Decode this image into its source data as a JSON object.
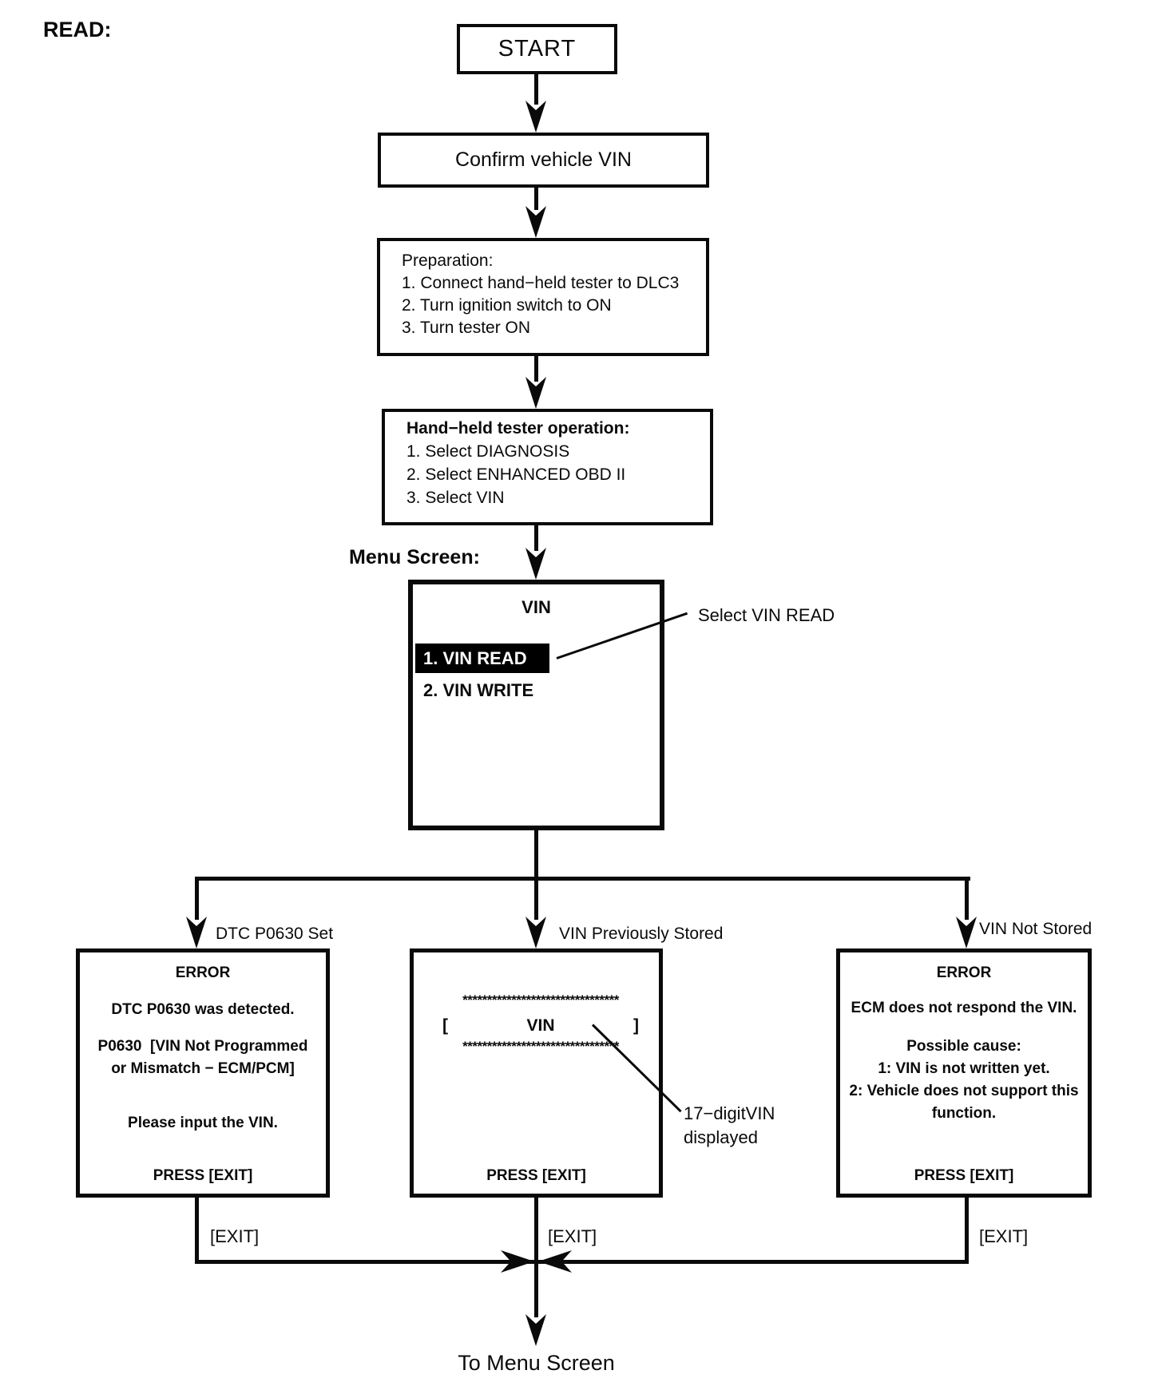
{
  "page": {
    "heading": "READ:",
    "menu_screen_label": "Menu Screen:",
    "footer_label": "To Menu Screen"
  },
  "flow": {
    "start": "START",
    "confirm": "Confirm vehicle VIN",
    "preparation": {
      "title": "Preparation:",
      "steps": [
        "1. Connect hand−held tester to DLC3",
        "2. Turn ignition switch to ON",
        "3. Turn tester ON"
      ]
    },
    "tester_operation": {
      "title": "Hand−held tester operation:",
      "steps": [
        "1. Select DIAGNOSIS",
        "2. Select ENHANCED OBD II",
        "3. Select VIN"
      ]
    },
    "menu": {
      "title": "VIN",
      "selected_item": "1. VIN READ",
      "item2": "2. VIN WRITE",
      "callout": "Select VIN READ"
    }
  },
  "branches": {
    "left": {
      "label": "DTC P0630 Set",
      "screen": {
        "title": "ERROR",
        "lines": [
          "DTC P0630 was detected.",
          "P0630  [VIN Not Programmed",
          "or Mismatch − ECM/PCM]",
          "Please input the VIN."
        ],
        "footer": "PRESS [EXIT]"
      },
      "exit_label": "[EXIT]"
    },
    "middle": {
      "label": "VIN Previously Stored",
      "screen": {
        "stars": "********************************",
        "bracket_open": "[",
        "vin": "VIN",
        "bracket_close": "]",
        "footer": "PRESS [EXIT]"
      },
      "callout": [
        "17−digitVIN",
        "displayed"
      ],
      "exit_label": "[EXIT]"
    },
    "right": {
      "label": "VIN Not Stored",
      "screen": {
        "title": "ERROR",
        "lines": [
          "ECM does not respond the VIN.",
          "Possible cause:",
          "1: VIN is not written yet.",
          "2: Vehicle does not support this",
          "function."
        ],
        "footer": "PRESS [EXIT]"
      },
      "exit_label": "[EXIT]"
    }
  },
  "colors": {
    "ink": "#0a0a0a",
    "paper": "#ffffff",
    "selected_bg": "#000000",
    "selected_text": "#ffffff"
  }
}
